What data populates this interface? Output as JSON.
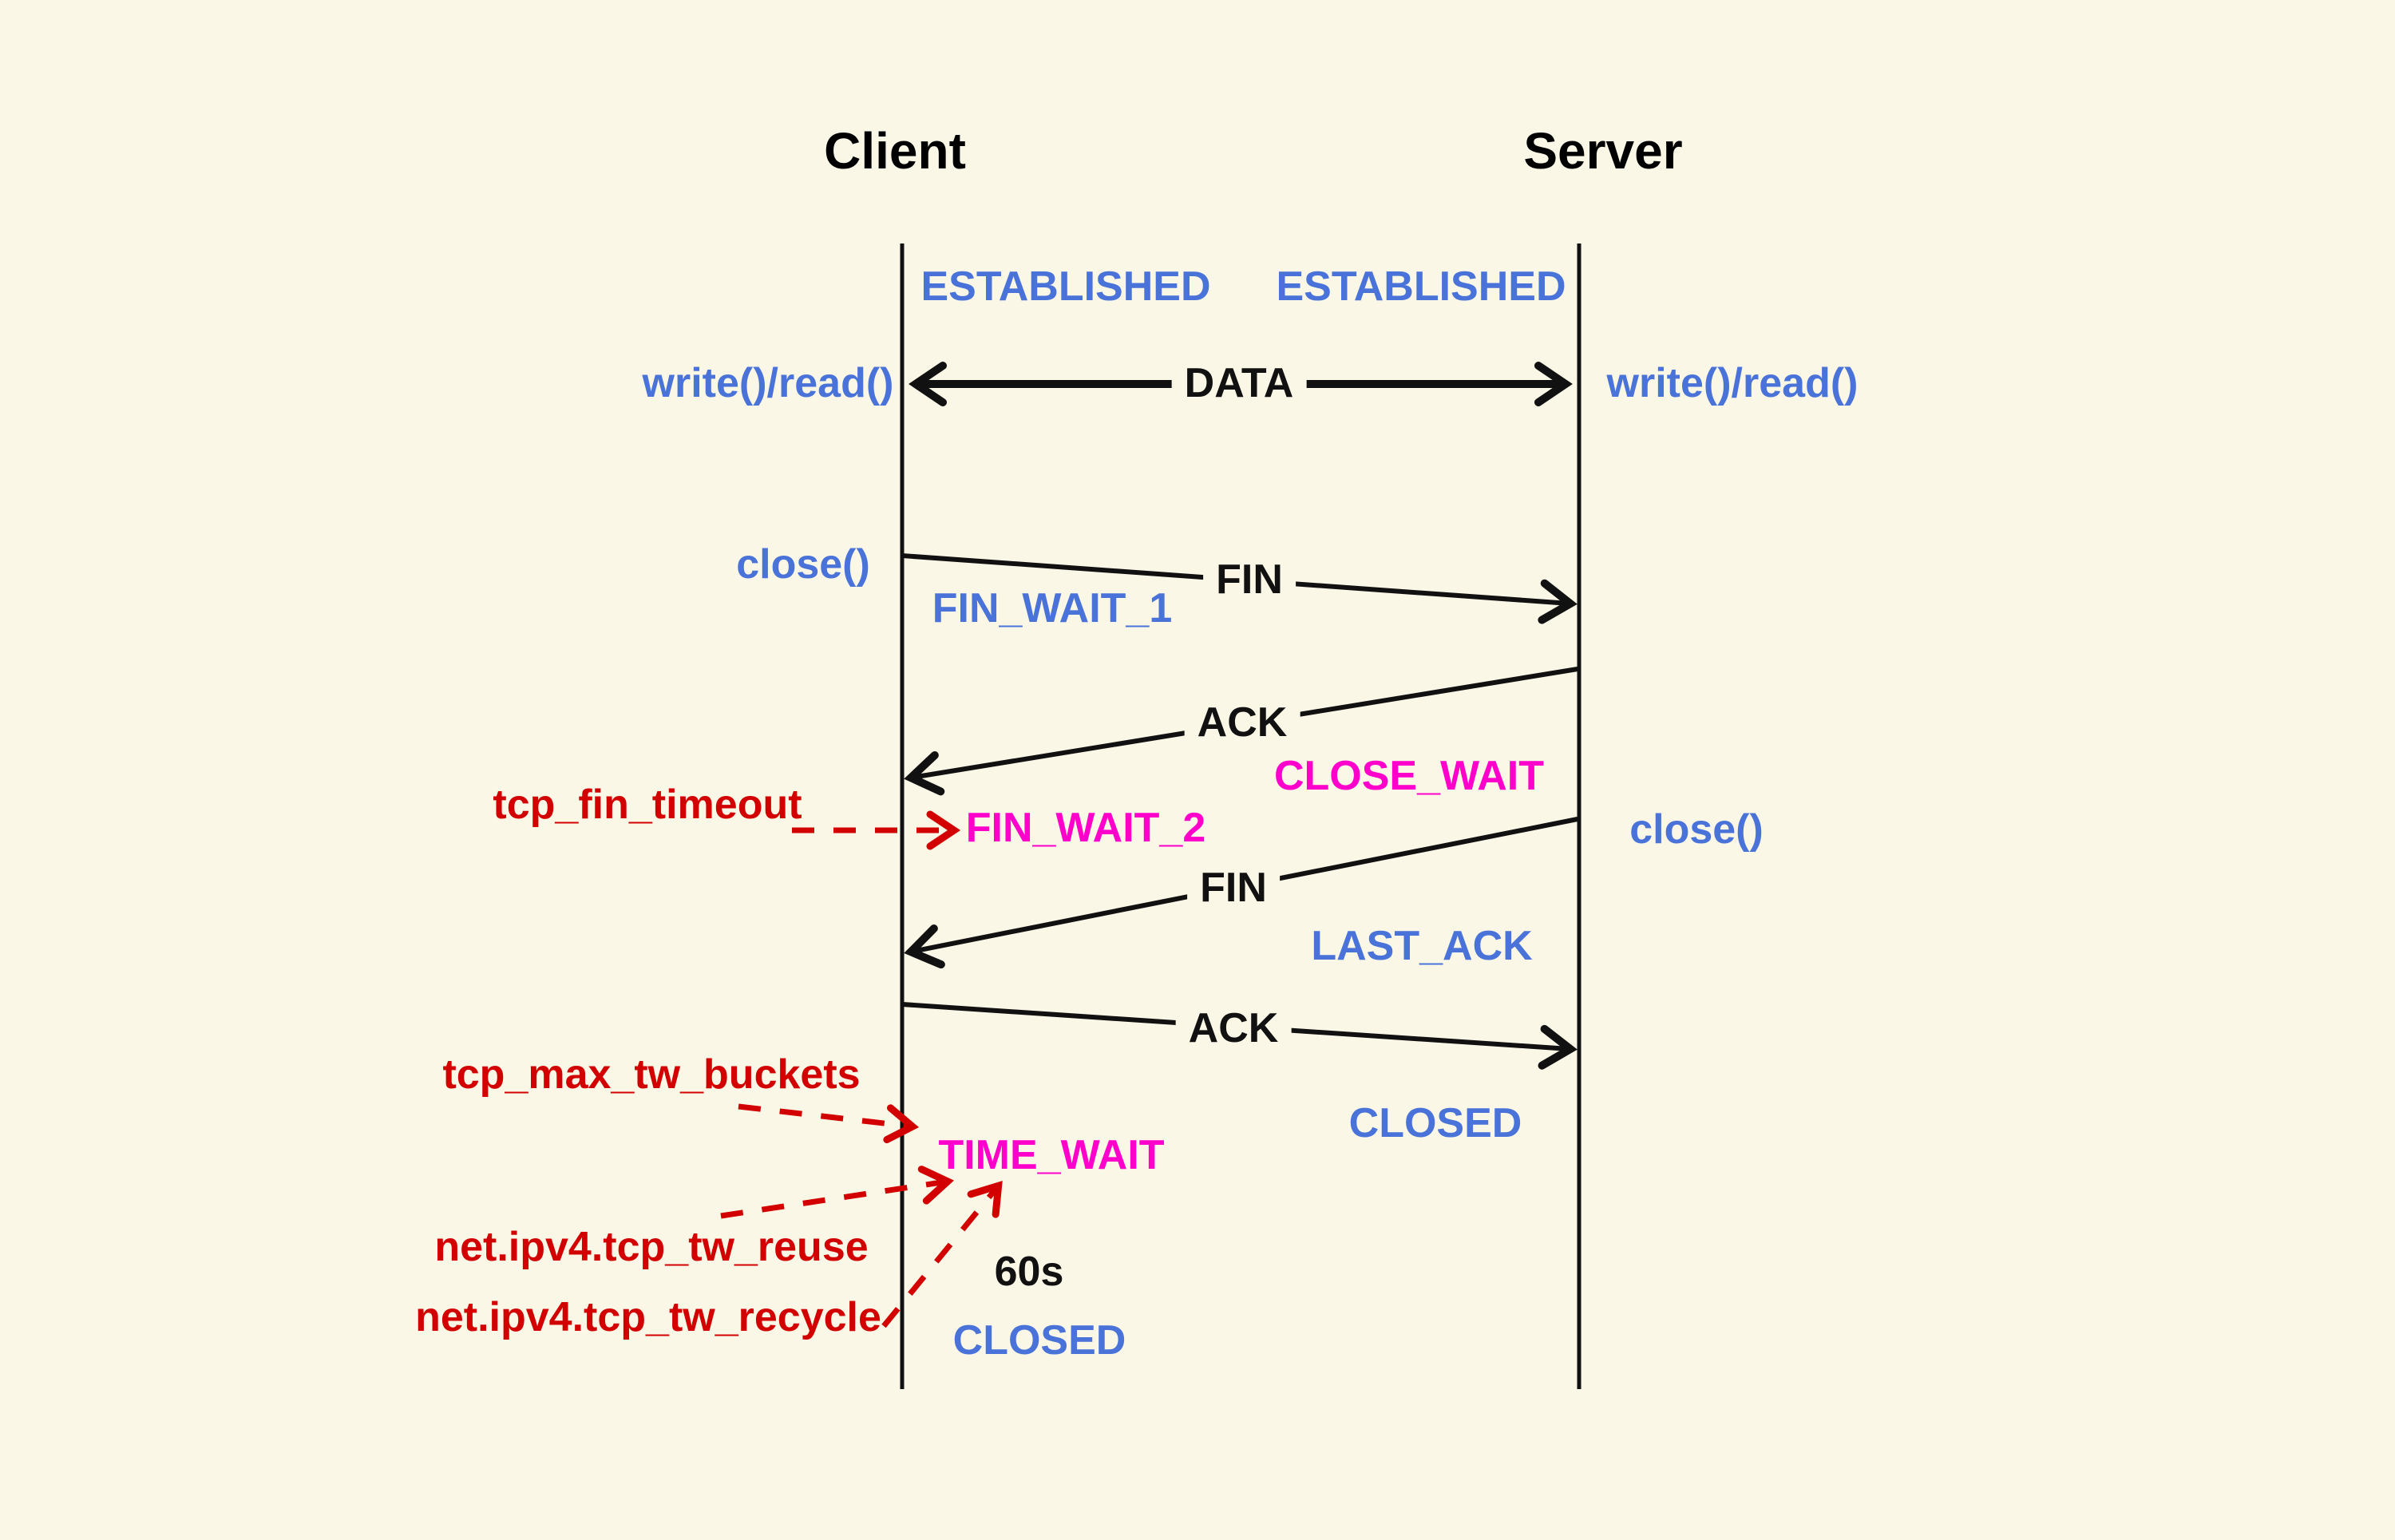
{
  "palette": {
    "background": "#faf7e6",
    "line_black": "#111111",
    "state_blue": "#4a73d9",
    "state_magenta": "#ff00cc",
    "annotation_red": "#d20000"
  },
  "diagram": {
    "client": {
      "title": "Client",
      "api_calls": {
        "write_read": "write()/read()",
        "close": "close()"
      },
      "states": {
        "established": "ESTABLISHED",
        "fin_wait_1": "FIN_WAIT_1",
        "fin_wait_2": "FIN_WAIT_2",
        "time_wait": "TIME_WAIT",
        "closed": "CLOSED"
      }
    },
    "server": {
      "title": "Server",
      "api_calls": {
        "write_read": "write()/read()",
        "close": "close()"
      },
      "states": {
        "established": "ESTABLISHED",
        "close_wait": "CLOSE_WAIT",
        "last_ack": "LAST_ACK",
        "closed": "CLOSED"
      }
    },
    "messages": {
      "data": "DATA",
      "fin_1": "FIN",
      "ack_1": "ACK",
      "fin_2": "FIN",
      "ack_2": "ACK"
    },
    "annotations": {
      "tcp_fin_timeout": "tcp_fin_timeout",
      "tcp_max_tw_buckets": "tcp_max_tw_buckets",
      "tcp_tw_reuse": "net.ipv4.tcp_tw_reuse",
      "tcp_tw_recycle": "net.ipv4.tcp_tw_recycle",
      "time_wait_duration": "60s"
    }
  }
}
